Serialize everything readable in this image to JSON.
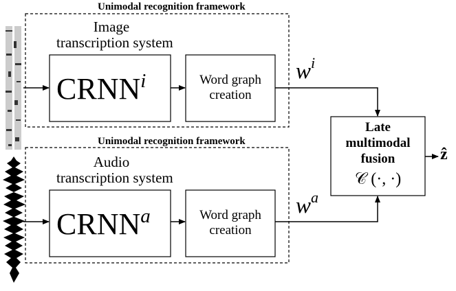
{
  "frames": [
    {
      "title": "Unimodal recognition framework",
      "system_label_1": "Image",
      "system_label_2": "transcription system",
      "crnn_base": "CRNN",
      "crnn_sup": "i",
      "word_graph_1": "Word graph",
      "word_graph_2": "creation",
      "output_symbol": "w",
      "output_sup": "i"
    },
    {
      "title": "Unimodal recognition framework",
      "system_label_1": "Audio",
      "system_label_2": "transcription system",
      "crnn_base": "CRNN",
      "crnn_sup": "a",
      "word_graph_1": "Word graph",
      "word_graph_2": "creation",
      "output_symbol": "w",
      "output_sup": "a"
    }
  ],
  "fusion": {
    "line1": "Late",
    "line2": "multimodal",
    "line3": "fusion",
    "function": "𝒞 (·, ·)"
  },
  "output": "ẑ",
  "icons": {
    "image_input": "sheet-music-icon",
    "audio_input": "audio-waveform-icon"
  }
}
